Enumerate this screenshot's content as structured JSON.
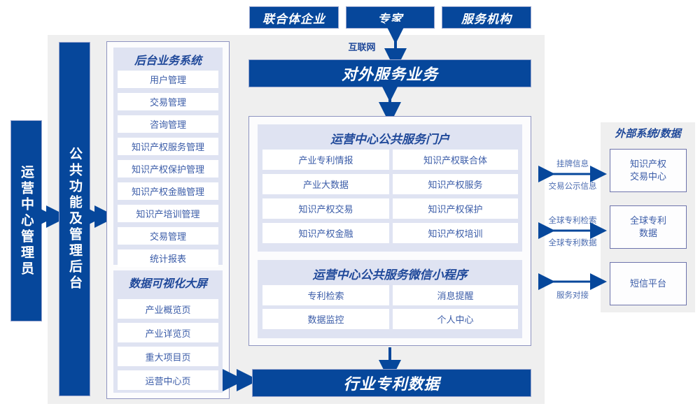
{
  "theme": {
    "blue": "#06479b",
    "text_blue": "#3b5ca8",
    "title_blue": "#20499a",
    "panel_gray": "#efefef",
    "lavender": "#dfe3f2",
    "border_purple": "#8e93c0"
  },
  "top_actors": [
    {
      "label": "联合体企业"
    },
    {
      "label": "专家"
    },
    {
      "label": "服务机构"
    }
  ],
  "internet_label": "互联网",
  "external_service_bar": "对外服务业务",
  "industry_data_bar": "行业专利数据",
  "left_columns": [
    {
      "label": "运营中心管理员"
    },
    {
      "label": "公共功能及管理后台"
    }
  ],
  "backend_panel": {
    "title": "后台业务系统",
    "items": [
      "用户管理",
      "交易管理",
      "咨询管理",
      "知识产权服务管理",
      "知识产权保护管理",
      "知识产权金融管理",
      "知识产培训管理",
      "交易管理",
      "统计报表"
    ]
  },
  "visual_panel": {
    "title": "数据可视化大屏",
    "items": [
      "产业概览页",
      "产业详览页",
      "重大项目页",
      "运营中心页"
    ]
  },
  "portal_panel": {
    "title": "运营中心公共服务门户",
    "items": [
      "产业专利情报",
      "知识产权联合体",
      "产业大数据",
      "知识产权服务",
      "知识产权交易",
      "知识产权保护",
      "知识产权金融",
      "知识产权培训"
    ]
  },
  "miniprogram_panel": {
    "title": "运营中心公共服务微信小程序",
    "items": [
      "专利检索",
      "消息提醒",
      "数据监控",
      "个人中心"
    ]
  },
  "external_panel": {
    "title": "外部系统/数据",
    "boxes": [
      {
        "label": "知识产权\n交易中心"
      },
      {
        "label": "全球专利\n数据"
      },
      {
        "label": "短信平台"
      }
    ],
    "connections": [
      {
        "above": "挂牌信息",
        "below": "交易公示信息"
      },
      {
        "above": "全球专利检索",
        "below": "全球专利数据"
      },
      {
        "above": "",
        "below": "服务对接"
      }
    ]
  }
}
